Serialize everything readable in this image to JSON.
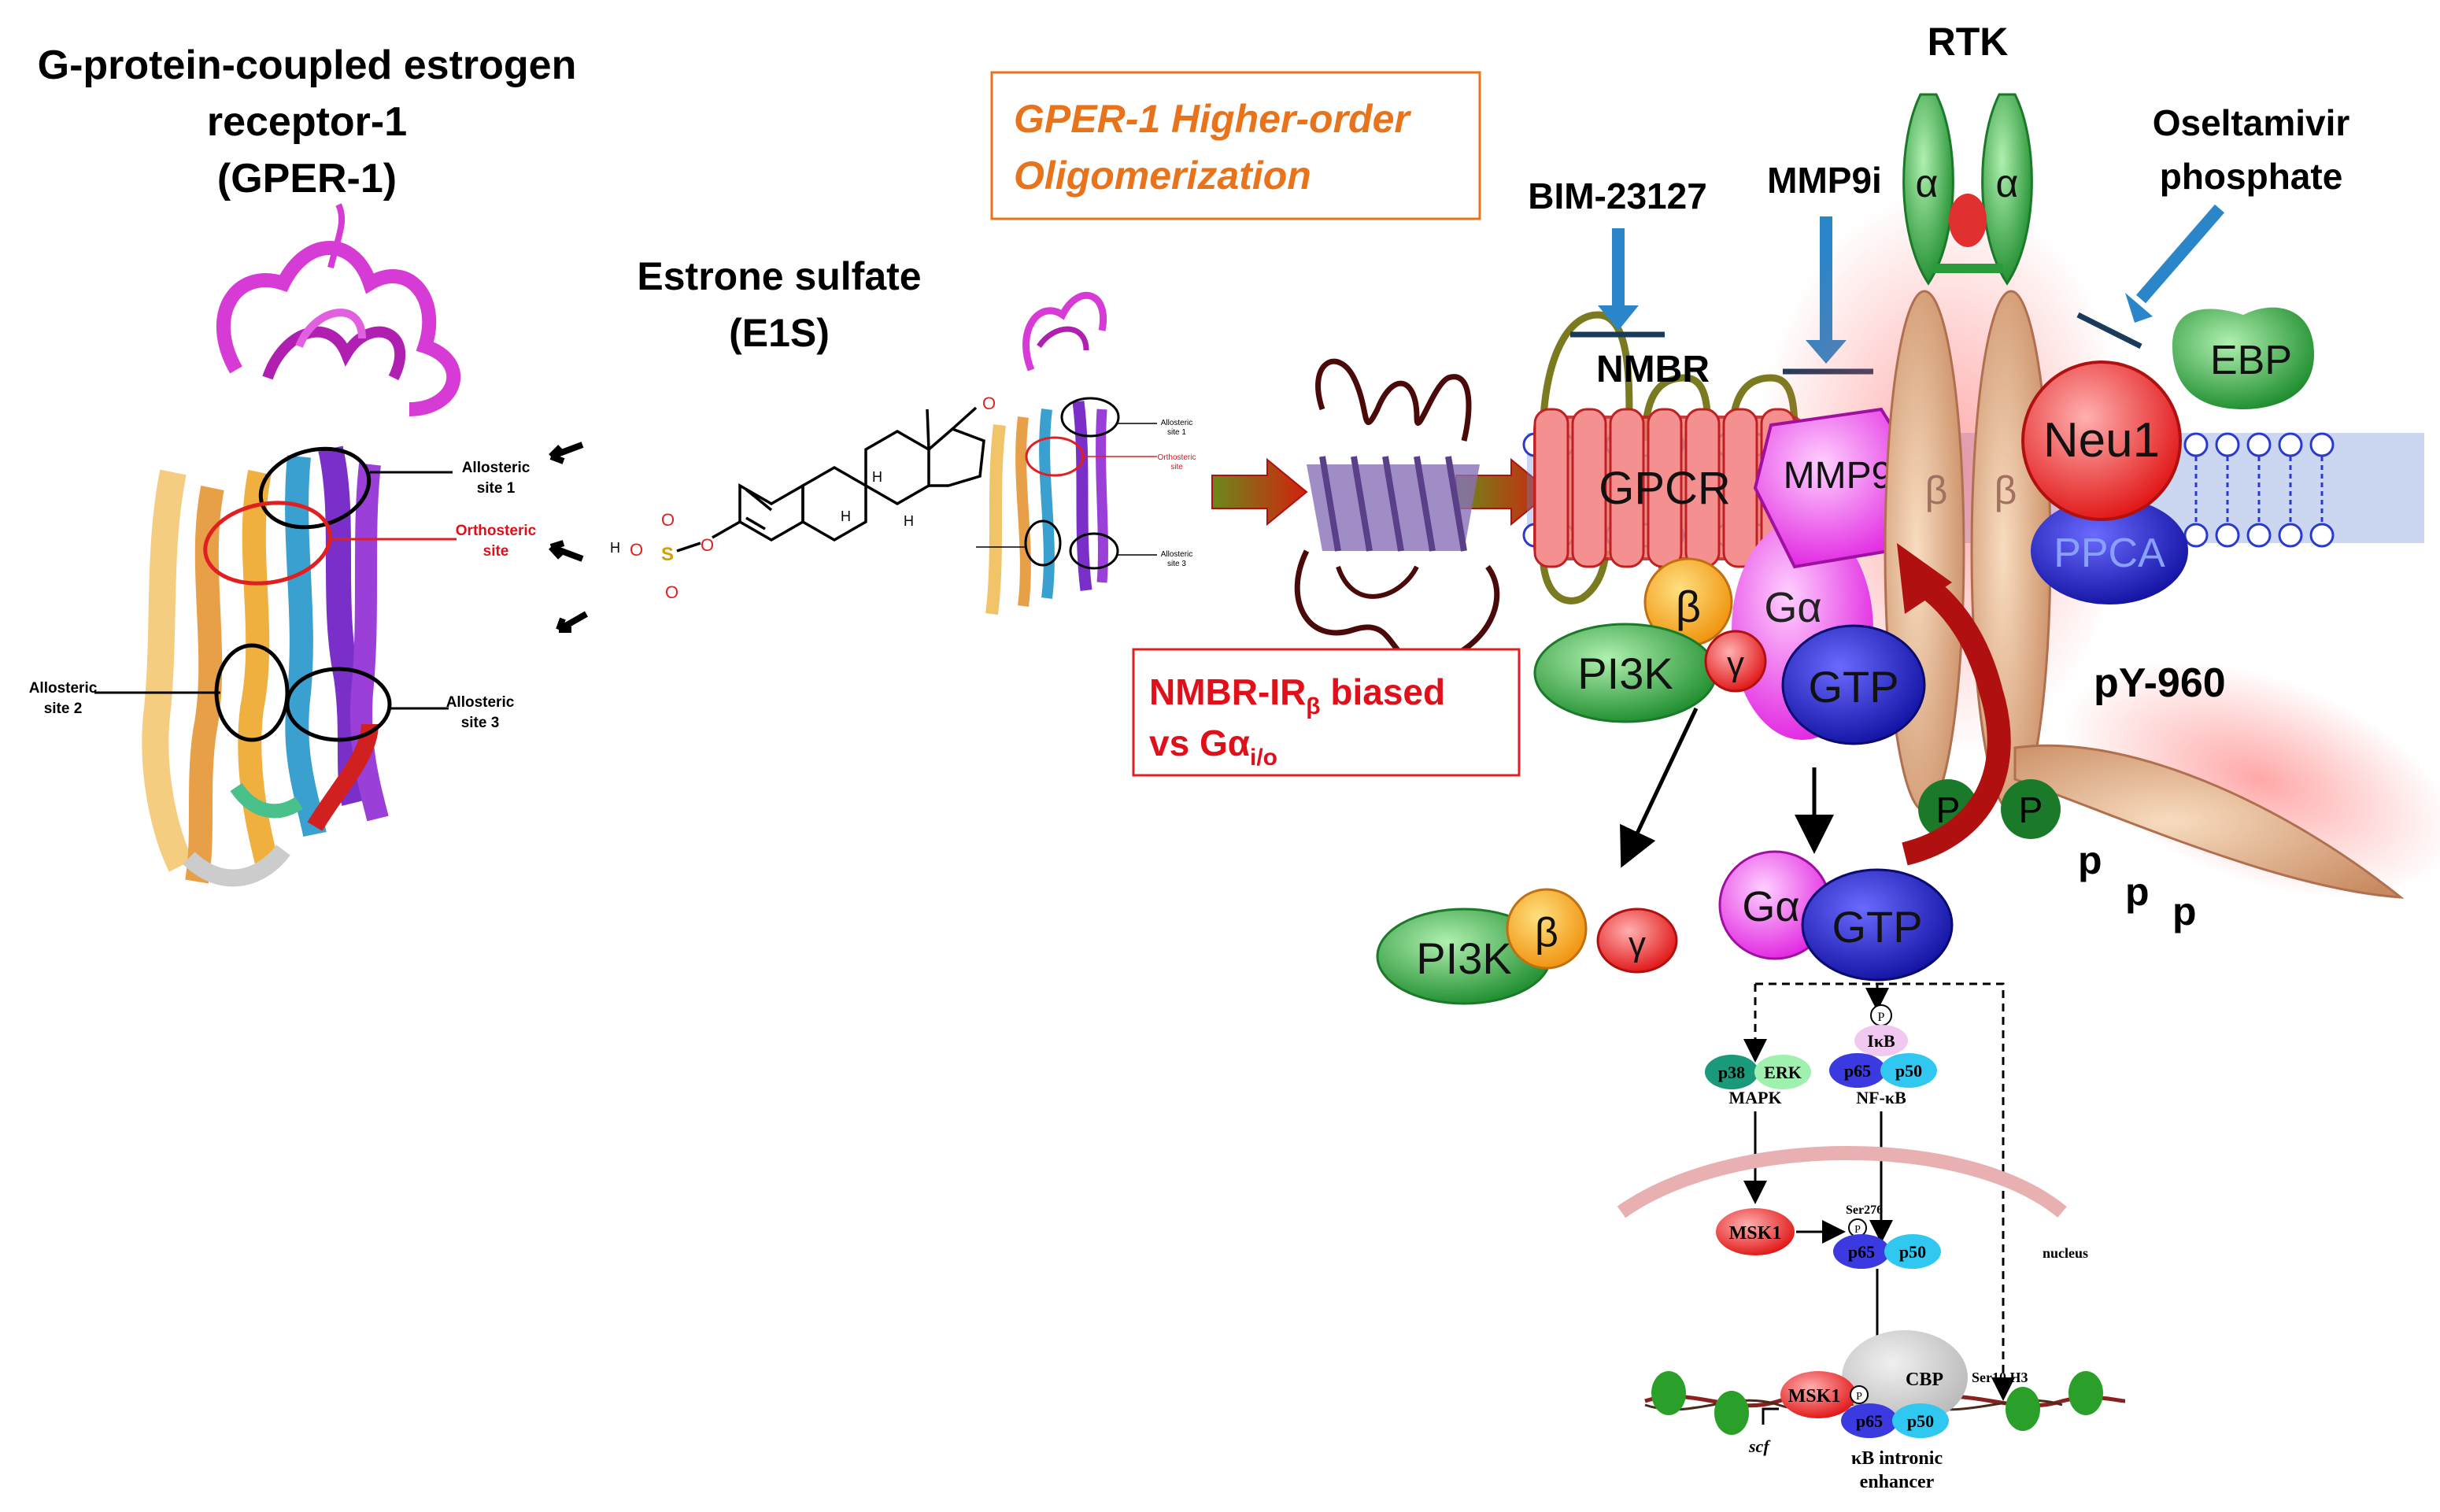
{
  "gper": {
    "title_line1": "G-protein-coupled estrogen",
    "title_line2": "receptor-1",
    "title_line3": "(GPER-1)",
    "allosteric1_line1": "Allosteric",
    "allosteric1_line2": "site 1",
    "orthosteric_line1": "Orthosteric",
    "orthosteric_line2": "site",
    "allosteric2_line1": "Allosteric",
    "allosteric2_line2": "site 2",
    "allosteric3_line1": "Allosteric",
    "allosteric3_line2": "site 3"
  },
  "ligand": {
    "name_line1": "Estrone sulfate",
    "name_line2": "(E1S)",
    "atom_O": "O",
    "atom_S": "S",
    "atom_HO": "H",
    "atom_H1": "H",
    "atom_H2": "H",
    "atom_H3": "H"
  },
  "mini_gper": {
    "a1_line1": "Allosteric",
    "a1_line2": "site 1",
    "orth_line1": "Orthosteric",
    "orth_line2": "site",
    "a3_line1": "Allosteric",
    "a3_line2": "site 3"
  },
  "oligomer_box": {
    "line1": "GPER-1 Higher-order",
    "line2": "Oligomerization"
  },
  "biased_box": {
    "line1_a": "NMBR-IR",
    "line1_sub": "β",
    "line1_b": " biased",
    "line2_a": "vs Gα",
    "line2_sub": "i/o"
  },
  "inhibitors": {
    "bim": "BIM-23127",
    "mmp9i": "MMP9i",
    "osel_line1": "Oseltamivir",
    "osel_line2": "phosphate"
  },
  "receptors": {
    "nmbr": "NMBR",
    "gpcr": "GPCR",
    "mmp9": "MMP9",
    "rtk": "RTK",
    "alpha": "α",
    "beta": "β",
    "neu1": "Neu1",
    "ebp": "EBP",
    "ppca": "PPCA",
    "py960": "pY-960",
    "p": "P",
    "small_p": "p"
  },
  "gprotein": {
    "beta": "β",
    "gamma": "γ",
    "galpha": "Gα",
    "gtp": "GTP",
    "pi3k": "PI3K"
  },
  "signaling": {
    "p_circle": "P",
    "ikb": "IκB",
    "p65": "p65",
    "p50": "p50",
    "p38": "p38",
    "erk": "ERK",
    "mapk": "MAPK",
    "nfkb": "NF-κB",
    "msk1": "MSK1",
    "ser276": "Ser276",
    "nucleus": "nucleus",
    "cbp": "CBP",
    "ser10": "Ser10 H3",
    "scf": "scf",
    "enhancer_line1": "κB intronic",
    "enhancer_line2": "enhancer"
  },
  "colors": {
    "magenta": "#d63bd6",
    "red_text": "#e0101a",
    "orange_text": "#e8731a",
    "blue_arrow": "#2a86c8",
    "green": "#2a9a3a",
    "navy": "#1a1ab0"
  }
}
